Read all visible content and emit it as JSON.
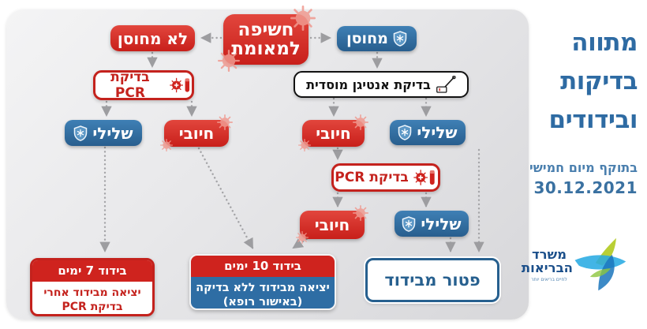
{
  "flow": {
    "exposure": "חשיפה למאומת",
    "not_vaccinated": "לא מחוסן",
    "vaccinated": "מחוסן",
    "pcr_test": "בדיקת PCR",
    "antigen_test": "בדיקת אנטיגן מוסדית",
    "negative": "שלילי",
    "positive": "חיובי",
    "isolation_7": {
      "title": "בידוד 7 ימים",
      "body": "יציאה מבידוד אחרי בדיקת PCR"
    },
    "isolation_10": {
      "title": "בידוד 10 ימים",
      "body": "יציאה מבידוד ללא בדיקה (באישור רופא)"
    },
    "exempt": "פטור מבידוד"
  },
  "sidebar": {
    "title_lines": [
      "מתווה",
      "בדיקות",
      "ובידודים"
    ],
    "subtitle": "בתוקף מיום חמישי",
    "date": "30.12.2021",
    "logo": {
      "name": "משרד הבריאות",
      "tagline": "לחיים בריאים יותר"
    }
  },
  "colors": {
    "red": "#cf231e",
    "blue": "#2e6da4",
    "title_blue": "#2e6ba3",
    "panel_gray": "#e3e3e5",
    "arrow_gray": "#9d9da0"
  }
}
